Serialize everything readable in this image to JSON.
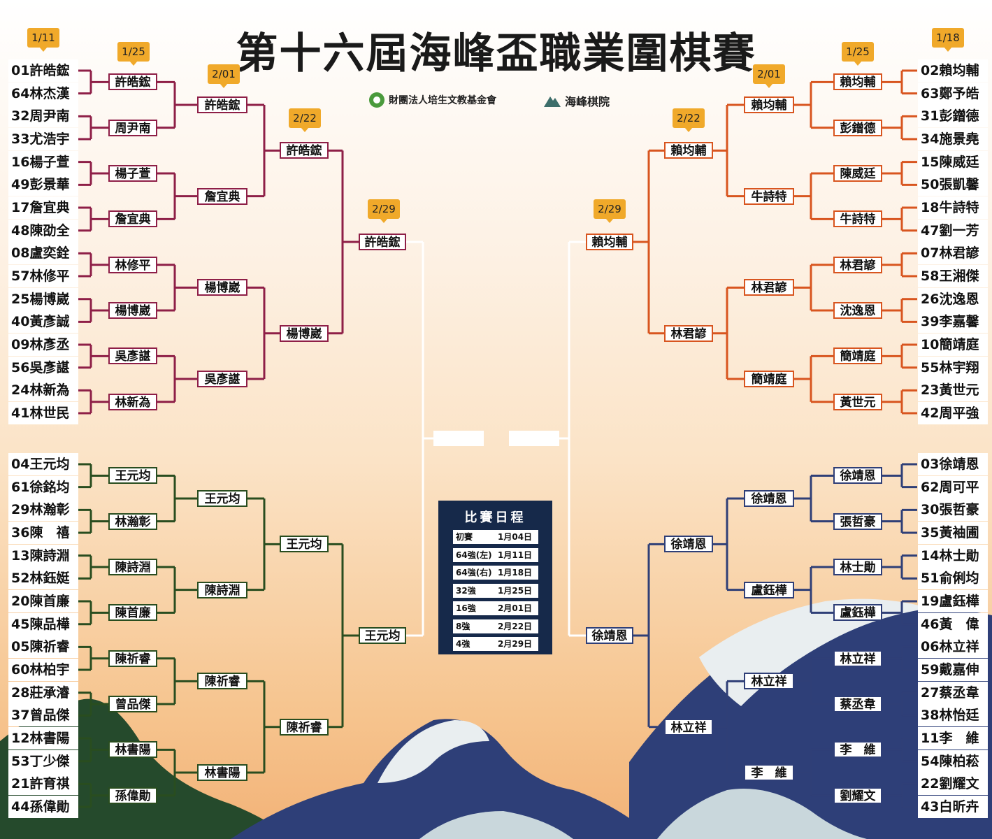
{
  "title": "第十六屆海峰盃職業圍棋賽",
  "sponsors": [
    "財團法人培生文教基金會",
    "海峰棋院"
  ],
  "colors": {
    "top_left": "#8e1f47",
    "bottom_left": "#294d1f",
    "top_right": "#d8551f",
    "bottom_right": "#2f3f77",
    "final": "#ffffff",
    "flag": "#f0a92a",
    "schedule_bg": "#16294a"
  },
  "flags": {
    "left_64": "1/11",
    "right_64": "1/18",
    "round32": "1/25",
    "round16": "2/01",
    "round8": "2/22",
    "round4": "2/29"
  },
  "seeds_left": [
    "01許皓鋐",
    "64林杰漢",
    "32周尹南",
    "33尤浩宇",
    "16楊子萱",
    "49彭景華",
    "17詹宜典",
    "48陳劭全",
    "08盧奕銓",
    "57林修平",
    "25楊博崴",
    "40黃彥誠",
    "09林彥丞",
    "56吳彥諶",
    "24林新為",
    "41林世民",
    "04王元均",
    "61徐銘均",
    "29林瀚彰",
    "36陳　禧",
    "13陳詩淵",
    "52林鈺娗",
    "20陳首廉",
    "45陳品樺",
    "05陳祈睿",
    "60林柏宇",
    "28莊承濬",
    "37曾品傑",
    "12林書陽",
    "53丁少傑",
    "21許育祺",
    "44孫偉勛"
  ],
  "seeds_right": [
    "02賴均輔",
    "63鄭予皓",
    "31彭鏳德",
    "34施景堯",
    "15陳威廷",
    "50張凱馨",
    "18牛詩特",
    "47劉一芳",
    "07林君諺",
    "58王湘傑",
    "26沈逸恩",
    "39李嘉馨",
    "10簡靖庭",
    "55林宇翔",
    "23黃世元",
    "42周平強",
    "03徐靖恩",
    "62周可平",
    "30張哲豪",
    "35黃袖圃",
    "14林士勛",
    "51俞俐均",
    "19盧鈺樺",
    "46黃　偉",
    "06林立祥",
    "59戴嘉伸",
    "27蔡丞韋",
    "38林怡廷",
    "11李　維",
    "54陳柏菘",
    "22劉耀文",
    "43白昕卉"
  ],
  "left_r32": [
    "許皓鋐",
    "周尹南",
    "楊子萱",
    "詹宜典",
    "林修平",
    "楊博崴",
    "吳彥諶",
    "林新為",
    "王元均",
    "林瀚彰",
    "陳詩淵",
    "陳首廉",
    "陳祈睿",
    "曾品傑",
    "林書陽",
    "孫偉勛"
  ],
  "left_r16": [
    "許皓鋐",
    "詹宜典",
    "楊博崴",
    "吳彥諶",
    "王元均",
    "陳詩淵",
    "陳祈睿",
    "林書陽"
  ],
  "left_r8": [
    "許皓鋐",
    "楊博崴",
    "王元均",
    "陳祈睿"
  ],
  "left_r4": [
    "許皓鋐",
    "王元均"
  ],
  "right_r32": [
    "賴均輔",
    "彭鏳德",
    "陳威廷",
    "牛詩特",
    "林君諺",
    "沈逸恩",
    "簡靖庭",
    "黃世元",
    "徐靖恩",
    "張哲豪",
    "林士勛",
    "盧鈺樺",
    "林立祥",
    "蔡丞韋",
    "李　維",
    "劉耀文"
  ],
  "right_r16": [
    "賴均輔",
    "牛詩特",
    "林君諺",
    "簡靖庭",
    "徐靖恩",
    "盧鈺樺",
    "林立祥",
    "李　維"
  ],
  "right_r8": [
    "賴均輔",
    "林君諺",
    "徐靖恩",
    "林立祥"
  ],
  "right_r4": [
    "賴均輔",
    "徐靖恩"
  ],
  "schedule": {
    "title": "比賽日程",
    "rows": [
      {
        "round": "初賽",
        "date": "1月04日"
      },
      {
        "round": "64強(左)",
        "date": "1月11日"
      },
      {
        "round": "64強(右)",
        "date": "1月18日"
      },
      {
        "round": "32強",
        "date": "1月25日"
      },
      {
        "round": "16強",
        "date": "2月01日"
      },
      {
        "round": "8強",
        "date": "2月22日"
      },
      {
        "round": "4強",
        "date": "2月29日"
      }
    ]
  }
}
